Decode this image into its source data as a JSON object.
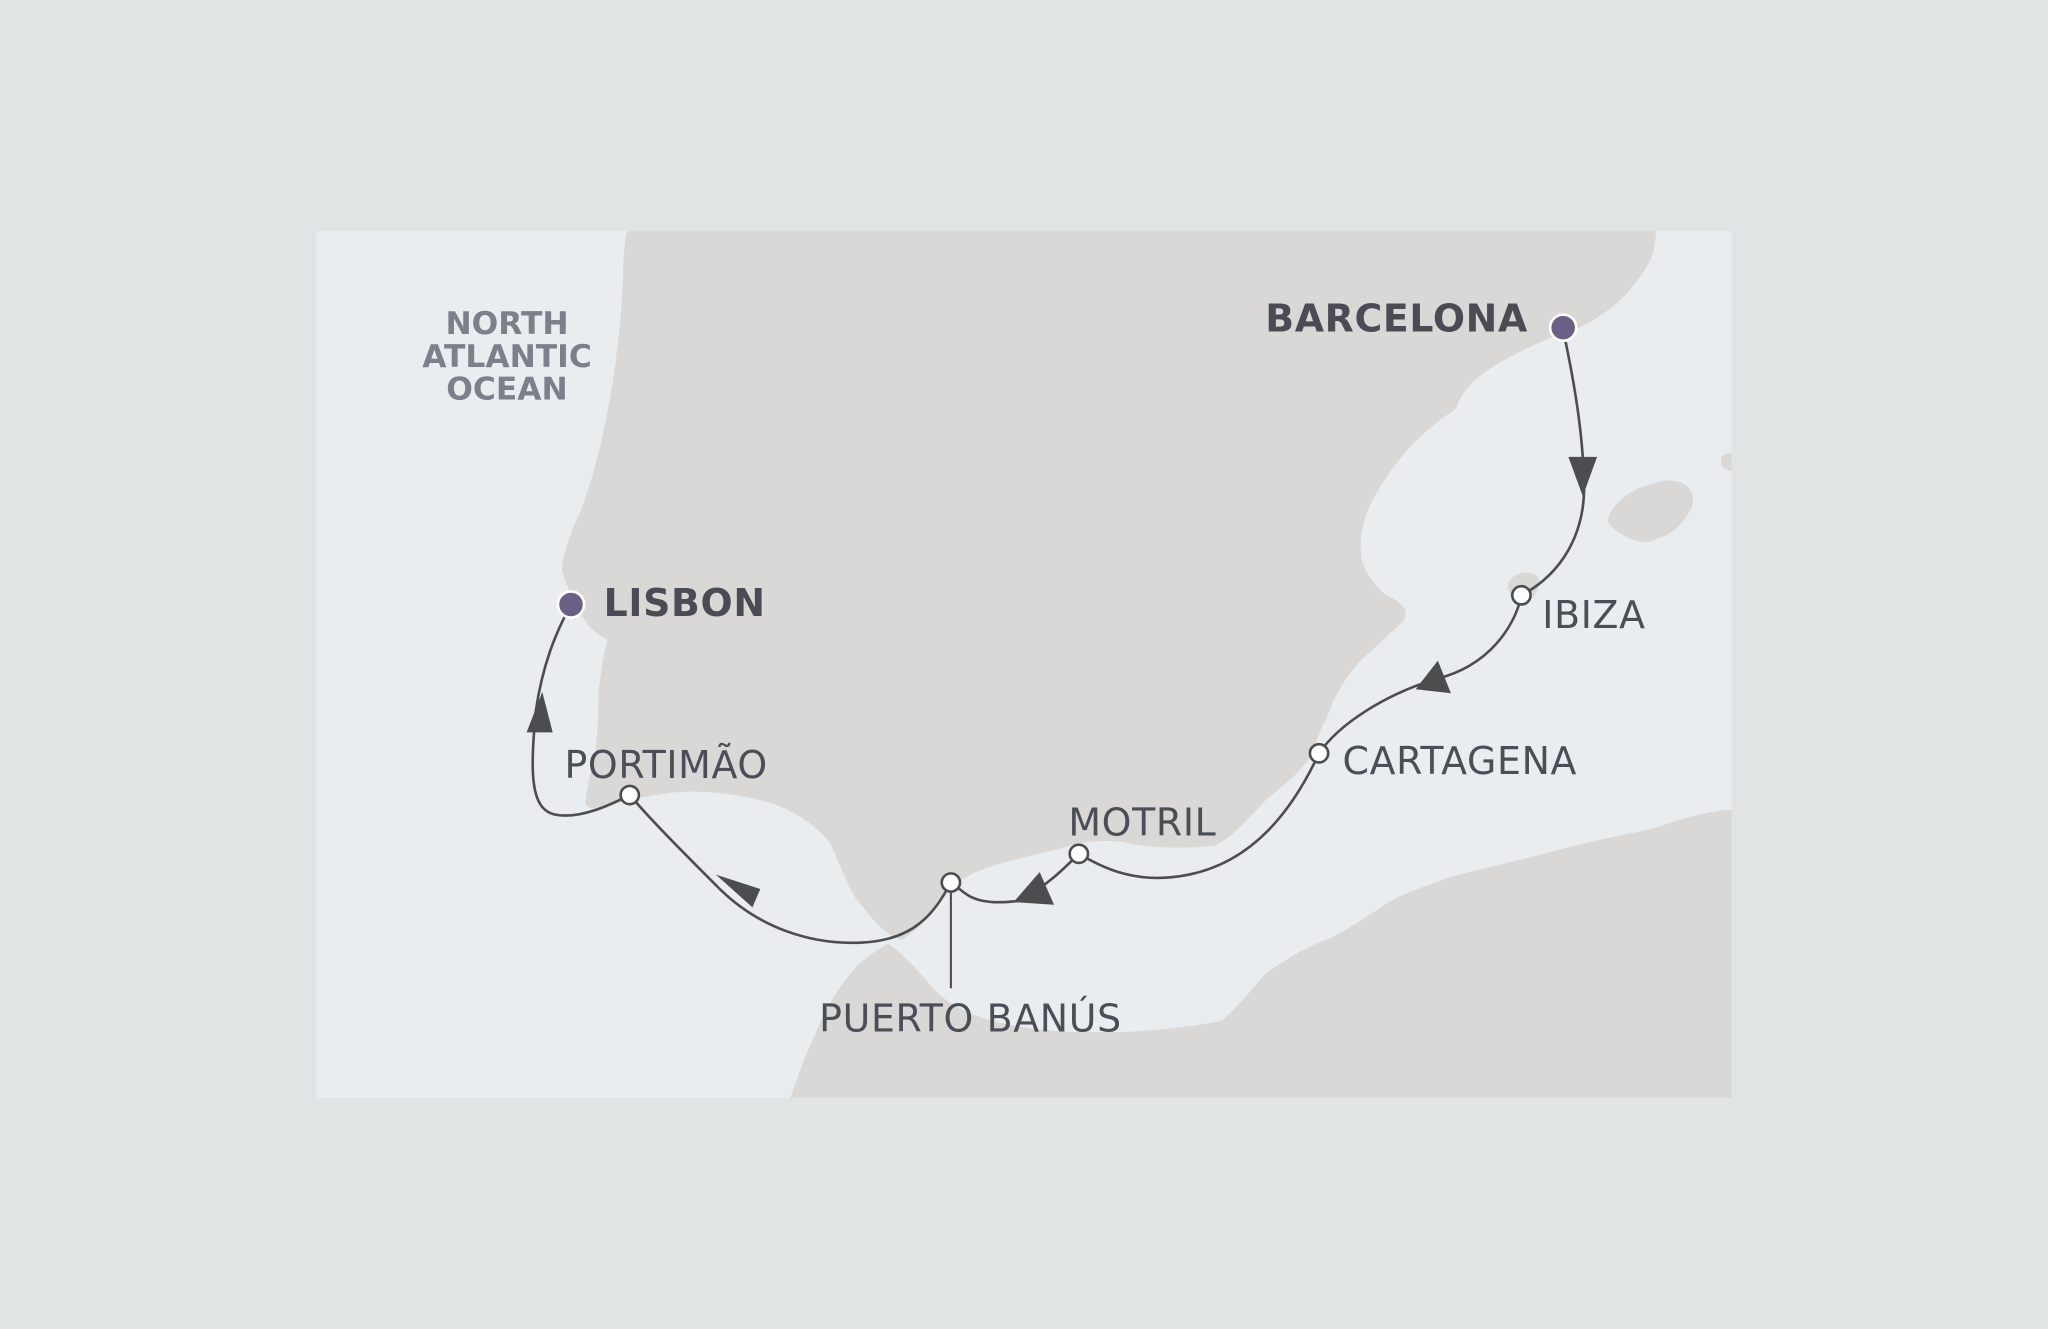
{
  "map": {
    "colors": {
      "page_background": "#e1e4e5",
      "sea": "#e9edf0",
      "land": "#d9d8d6",
      "route": "#4d4d4f",
      "major_port": "#6b5f86",
      "minor_port": "#ffffff",
      "label": "#4b4d57",
      "ocean_label": "#7d808a"
    },
    "ocean_label": {
      "line1": "NORTH",
      "line2": "ATLANTIC",
      "line3": "OCEAN"
    },
    "ports": [
      {
        "name": "BARCELONA",
        "type": "embarkation",
        "order": 1
      },
      {
        "name": "IBIZA",
        "type": "port-of-call",
        "order": 2
      },
      {
        "name": "CARTAGENA",
        "type": "port-of-call",
        "order": 3
      },
      {
        "name": "MOTRIL",
        "type": "port-of-call",
        "order": 4
      },
      {
        "name": "PUERTO BANÚS",
        "type": "port-of-call",
        "order": 5
      },
      {
        "name": "PORTIMÃO",
        "type": "port-of-call",
        "order": 6
      },
      {
        "name": "LISBON",
        "type": "disembarkation",
        "order": 7
      }
    ],
    "route_direction": "Barcelona → Ibiza → Cartagena → Motril → Puerto Banús → Portimão → Lisbon"
  }
}
